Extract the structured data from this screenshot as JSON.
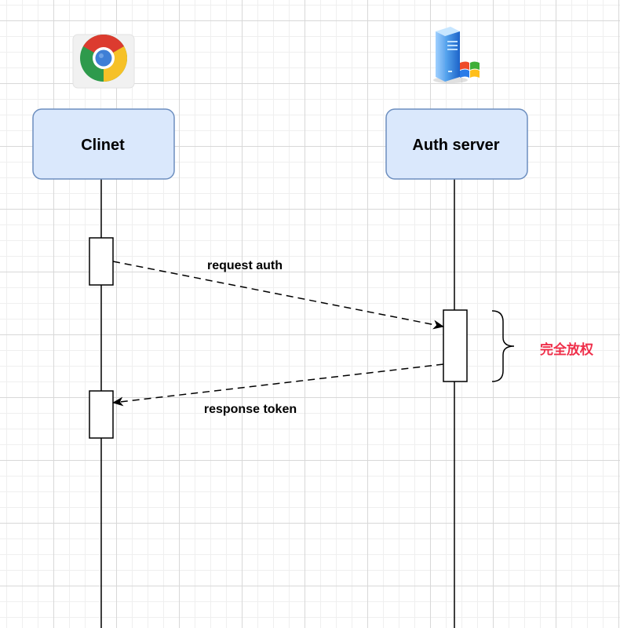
{
  "actors": {
    "client": {
      "label": "Clinet",
      "icon": "chrome-browser-icon"
    },
    "server": {
      "label": "Auth server",
      "icon": "windows-server-icon"
    }
  },
  "messages": {
    "request": {
      "label": "request auth"
    },
    "response": {
      "label": "response token"
    }
  },
  "note": {
    "label": "完全放权",
    "color": "#ef2f4a"
  },
  "colors": {
    "actor_fill": "#dae8fc",
    "actor_stroke": "#6c8ebf",
    "line": "#000000"
  }
}
